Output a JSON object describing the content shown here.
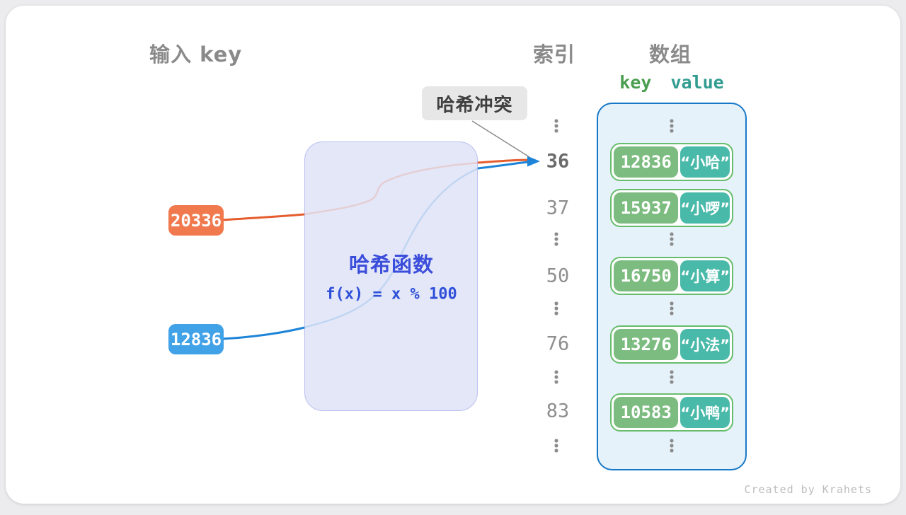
{
  "headers": {
    "input_key": "输入 key",
    "index": "索引",
    "array": "数组",
    "kv_key": "key",
    "kv_value": "value"
  },
  "collision_label": "哈希冲突",
  "hash_function": {
    "title": "哈希函数",
    "formula": "f(x) = x % 100"
  },
  "input_keys": [
    {
      "value": "20336",
      "color": "#f0794e"
    },
    {
      "value": "12836",
      "color": "#41a2e8"
    }
  ],
  "index_column": [
    {
      "label": "36",
      "highlight": true
    },
    {
      "label": "37",
      "highlight": false
    },
    {
      "label": "50",
      "highlight": false
    },
    {
      "label": "76",
      "highlight": false
    },
    {
      "label": "83",
      "highlight": false
    }
  ],
  "array": {
    "entries": [
      {
        "key": "12836",
        "value": "“小哈”"
      },
      {
        "key": "15937",
        "value": "“小啰”"
      },
      {
        "key": "16750",
        "value": "“小算”"
      },
      {
        "key": "13276",
        "value": "“小法”"
      },
      {
        "key": "10583",
        "value": "“小鸭”"
      }
    ]
  },
  "colors": {
    "orange_line": "#e55d2e",
    "blue_line": "#1d84d8",
    "hash_box_fill": "#e4e7f8",
    "hash_box_border": "#b9c0ef",
    "hash_text": "#3b4ddb",
    "array_border": "#1778c8",
    "array_fill": "#e6f2fa",
    "pair_border": "#68bd6c",
    "key_pill": "#7dbc80",
    "value_pill": "#49b9a9",
    "kv_key_text": "#4a9e4f",
    "kv_value_text": "#319c90",
    "header_gray": "#8a8a8a"
  },
  "watermark": "Created by Krahets"
}
